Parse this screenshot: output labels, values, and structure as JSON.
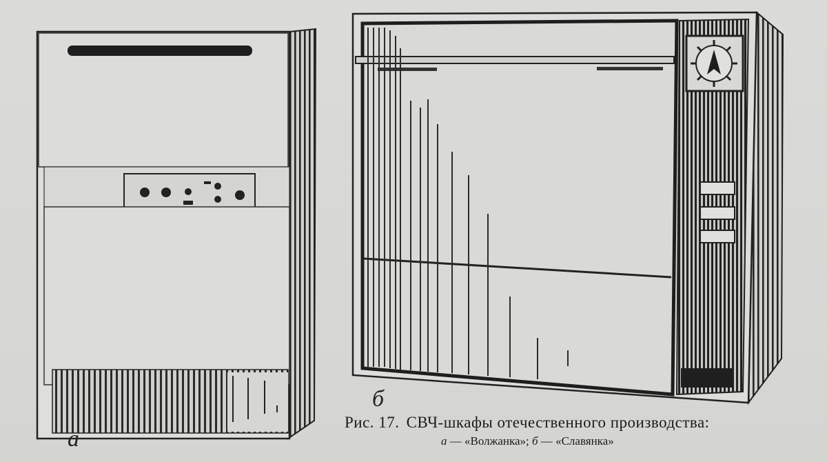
{
  "figure": {
    "panel_a_letter": "а",
    "panel_b_letter": "б",
    "caption": {
      "prefix": "Рис. 17.",
      "title": "СВЧ-шкафы отечественного производства:",
      "item_a_letter": "а",
      "item_a_name": "— «Волжанка»;",
      "item_b_letter": "б",
      "item_b_name": "— «Славянка»"
    }
  }
}
